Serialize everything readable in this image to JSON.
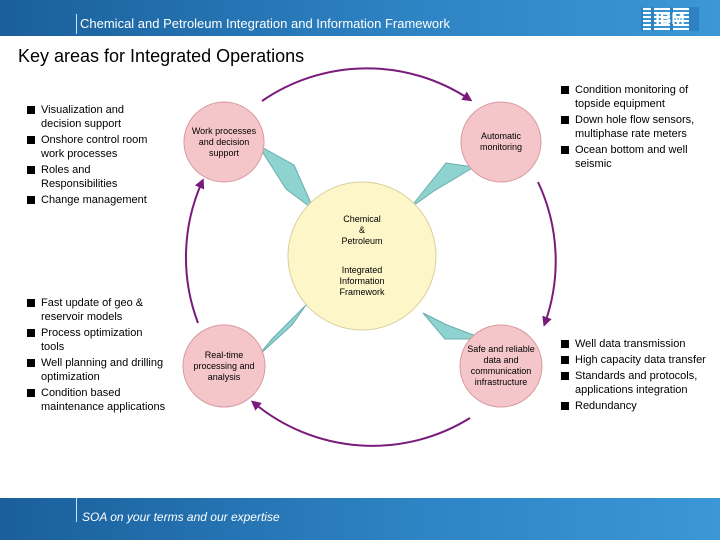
{
  "header": {
    "title": "Chemical and Petroleum Integration and Information Framework",
    "logo": "IBM"
  },
  "slide_title": "Key areas for Integrated Operations",
  "center": {
    "line1": "Chemical",
    "line2": "&",
    "line3": "Petroleum",
    "line4": "Integrated",
    "line5": "Information",
    "line6": "Framework"
  },
  "nodes": {
    "top_left": "Work processes and decision support",
    "top_right": "Automatic monitoring",
    "bottom_left": "Real-time processing and analysis",
    "bottom_right": "Safe and reliable data and communication infrastructure"
  },
  "lists": {
    "top_left": [
      "Visualization and decision support",
      "Onshore control room work processes",
      "Roles and Responsibilities",
      "Change management"
    ],
    "top_right": [
      "Condition monitoring of topside equipment",
      "Down hole flow sensors, multiphase rate meters",
      "Ocean bottom and well seismic"
    ],
    "bottom_left": [
      "Fast update of geo & reservoir models",
      "Process  optimization tools",
      "Well planning and drilling optimization",
      "Condition based maintenance applications"
    ],
    "bottom_right": [
      "Well data transmission",
      "High capacity data transfer",
      "Standards and protocols, applications integration",
      "Redundancy"
    ]
  },
  "footer": {
    "tagline": "SOA on your terms and our expertise"
  },
  "colors": {
    "bar": "#2d82c2",
    "node_fill": "#f4c6ca",
    "center_fill": "#fdf6c9",
    "wedge_fill": "#8fd3d0",
    "arrow": "#7a1a7a"
  }
}
